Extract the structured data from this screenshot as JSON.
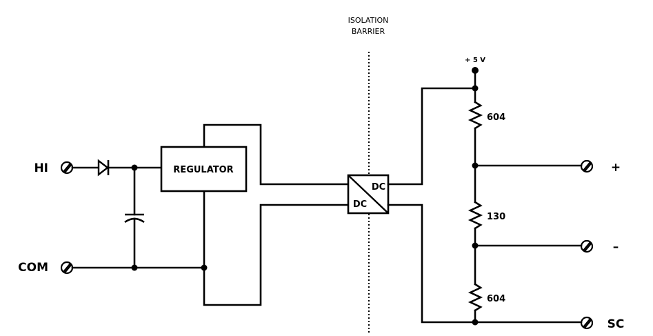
{
  "diagram": {
    "type": "circuit-schematic",
    "isolation_barrier": {
      "line1": "ISOLATION",
      "line2": "BARRIER"
    },
    "left_terminals": [
      {
        "label": "HI"
      },
      {
        "label": "COM"
      }
    ],
    "components": {
      "regulator": {
        "label": "REGULATOR"
      },
      "converter": {
        "input_label": "DC",
        "output_label": "DC"
      },
      "supply": {
        "label": "+ 5 V"
      },
      "resistors": [
        {
          "value": "604"
        },
        {
          "value": "130"
        },
        {
          "value": "604"
        }
      ]
    },
    "right_terminals": [
      {
        "label": "+"
      },
      {
        "label": "–"
      },
      {
        "label": "SC"
      }
    ]
  }
}
